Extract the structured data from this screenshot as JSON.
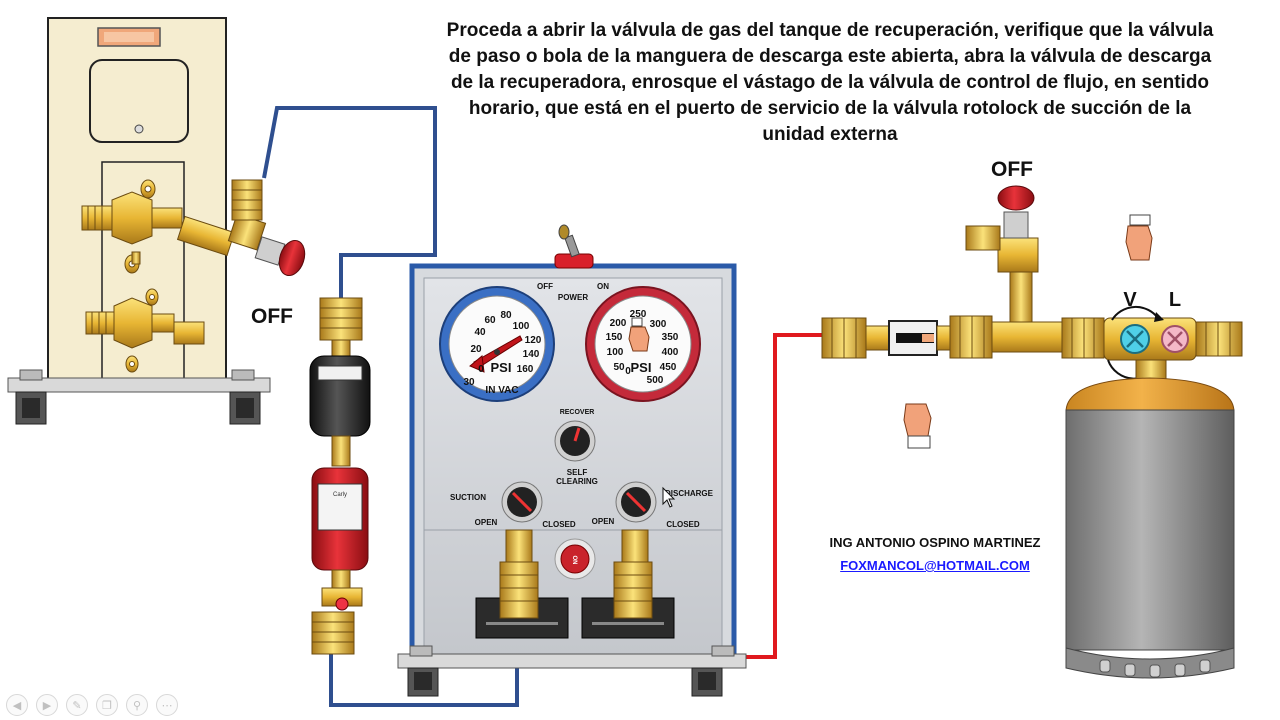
{
  "instruction": "Proceda a abrir la válvula de gas del tanque de recuperación, verifique que la válvula de paso o bola de la manguera de descarga este abierta, abra la válvula de descarga de la recuperadora, enrosque el vástago de la válvula de control de flujo, en sentido horario,  que está en el puerto de servicio de la válvula rotolock de succión de la unidad externa",
  "labels": {
    "off_left": "OFF",
    "off_right": "OFF",
    "v": "V",
    "l": "L"
  },
  "machine": {
    "power_off": "OFF",
    "power_on": "ON",
    "power": "POWER",
    "recover": "RECOVER",
    "self_clearing_1": "SELF",
    "self_clearing_2": "CLEARING",
    "suction": "SUCTION",
    "discharge": "DISCHARGE",
    "open_left": "OPEN",
    "closed_left": "CLOSED",
    "open_right": "OPEN",
    "closed_right": "CLOSED",
    "on_button": "ON"
  },
  "gauge_low": {
    "unit": "PSI",
    "sub": "IN VAC",
    "ticks": [
      "0",
      "20",
      "40",
      "60",
      "80",
      "100",
      "120",
      "140",
      "160",
      "30"
    ]
  },
  "gauge_high": {
    "unit": "PSI",
    "ticks": [
      "0",
      "50",
      "100",
      "150",
      "200",
      "250",
      "300",
      "350",
      "400",
      "450",
      "500"
    ]
  },
  "filter_brand": "Carly",
  "author": "ING ANTONIO OSPINO MARTINEZ",
  "email": "FOXMANCOL@HOTMAIL.COM",
  "colors": {
    "hose_blue": "#2f4f8f",
    "hose_red": "#e0191e",
    "brass": "#e8b634",
    "gauge_low_rim": "#3a6fc4",
    "gauge_high_rim": "#c42a3a",
    "cylinder": "#9a9a9a",
    "cylinder_top": "#e8a838",
    "machine_frame": "#2a5aa8"
  },
  "player_controls": [
    "prev-icon",
    "next-icon",
    "pen-icon",
    "copy-icon",
    "zoom-icon",
    "more-icon"
  ]
}
